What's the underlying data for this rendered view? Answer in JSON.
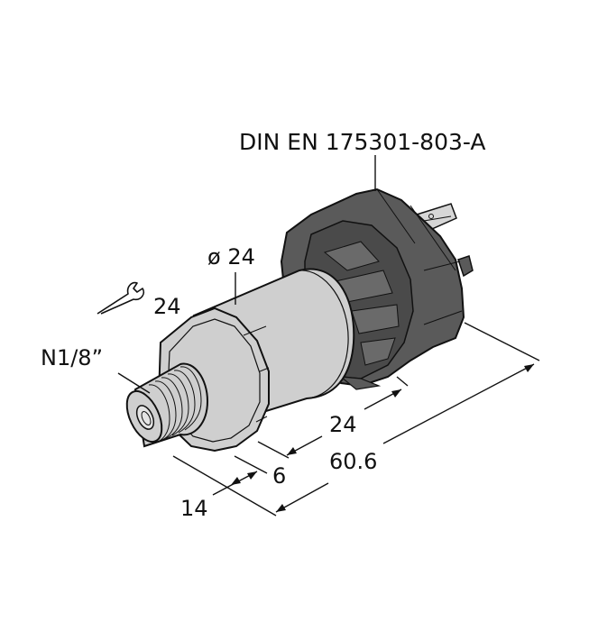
{
  "diagram": {
    "subject": "pressure sensor dimension drawing",
    "colors": {
      "background": "#ffffff",
      "housing": "#cfcfcf",
      "connector": "#5a5a5a",
      "connector_dark": "#3e3e3e",
      "line": "#111111"
    },
    "labels": {
      "connector_standard": "DIN EN 175301-803-A",
      "diameter": "ø 24",
      "wrench_size": "24",
      "thread": "N1/8”",
      "connector_length": "24",
      "total_length": "60.6",
      "hex_length": "6",
      "thread_length": "14"
    },
    "icons": {
      "wrench": "wrench-icon"
    }
  }
}
